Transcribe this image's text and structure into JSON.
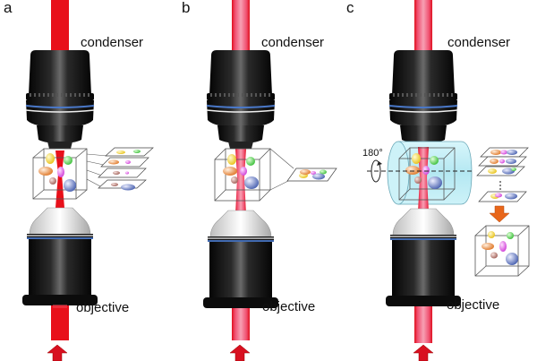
{
  "figure": {
    "panels": [
      {
        "id": "a",
        "letter": "a",
        "top_label": "condenser",
        "bottom_label": "objective",
        "beam_style": "solid-red",
        "beam_shape": "focused",
        "slice_stack_count": 4
      },
      {
        "id": "b",
        "letter": "b",
        "top_label": "condenser",
        "bottom_label": "objective",
        "beam_style": "pink-core-red-edge",
        "beam_shape": "extended-focus",
        "slice_stack_count": 1
      },
      {
        "id": "c",
        "letter": "c",
        "top_label": "condenser",
        "bottom_label": "objective",
        "beam_style": "pink-core-red-edge",
        "beam_shape": "extended-focus",
        "rotation_label": "180°",
        "slice_stack_count": 4,
        "has_rotation_cylinder": true,
        "has_reconstruction": true
      }
    ],
    "colors": {
      "beam_red": "#e8101a",
      "beam_pink": "#f27a93",
      "lens_black": "#141414",
      "ring_blue": "#4a78c8",
      "cylinder_cyan": "#bfeef7",
      "arrow_orange": "#e8661a",
      "arrow_red": "#d81020"
    },
    "particles": [
      {
        "name": "yellow",
        "color": "#f2d23a"
      },
      {
        "name": "green",
        "color": "#5fd05a"
      },
      {
        "name": "orange",
        "color": "#e8904a"
      },
      {
        "name": "magenta",
        "color": "#e060e0"
      },
      {
        "name": "brown",
        "color": "#b07a70"
      },
      {
        "name": "blue",
        "color": "#6a82c8"
      }
    ]
  }
}
